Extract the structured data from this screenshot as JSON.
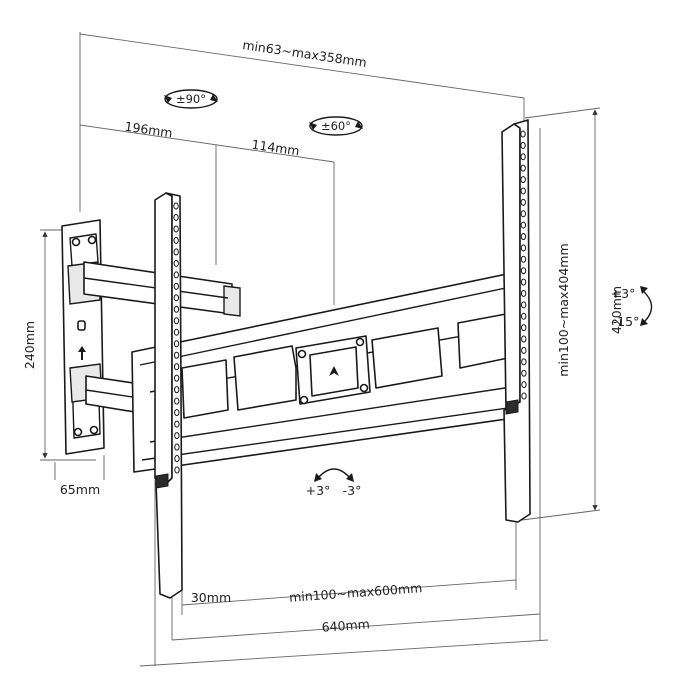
{
  "labels": {
    "width_range": "min63~max358mm",
    "swivel_arm": "±90°",
    "swivel_head": "±60°",
    "arm_length_1": "196mm",
    "arm_length_2": "114mm",
    "wall_plate_height": "240mm",
    "wall_plate_width": "65mm",
    "vertical_range": "min100~max404mm",
    "bracket_height": "420mm",
    "tilt_up": "+3°",
    "tilt_down": "-15°",
    "level_plus": "+3°",
    "level_minus": "-3°",
    "bracket_width": "30mm",
    "horizontal_range": "min100~max600mm",
    "total_width": "640mm"
  },
  "colors": {
    "line": "#1a1a1a",
    "dimension_line": "#666666",
    "fill_gray": "#e9e9e9"
  },
  "icons": [
    "rotate-arrow-icon",
    "up-arrow-icon",
    "level-arrow-icon"
  ]
}
